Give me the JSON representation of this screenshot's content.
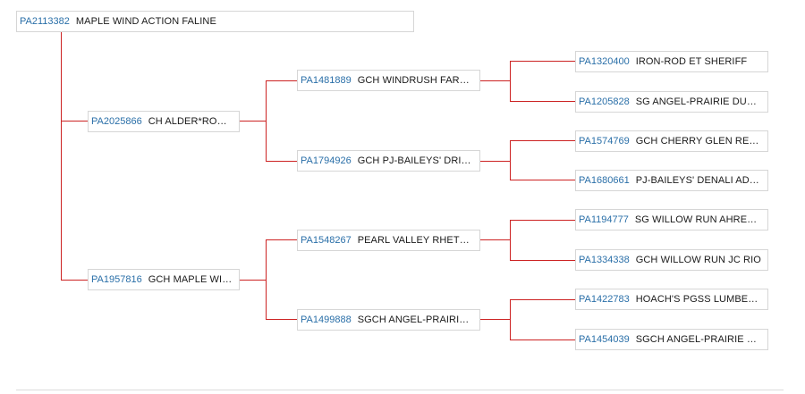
{
  "pedigree": {
    "subject": {
      "reg": "PA2113382",
      "name": "MAPLE WIND ACTION FALINE"
    },
    "sire": {
      "reg": "PA2025866",
      "name": "CH ALDER*ROSE..."
    },
    "dam": {
      "reg": "PA1957816",
      "name": "GCH MAPLE WIN..."
    },
    "sire_sire": {
      "reg": "PA1481889",
      "name": "GCH WINDRUSH FARM..."
    },
    "sire_dam": {
      "reg": "PA1794926",
      "name": "GCH PJ-BAILEYS' DRIVE..."
    },
    "dam_sire": {
      "reg": "PA1548267",
      "name": "PEARL VALLEY RHETT R..."
    },
    "dam_dam": {
      "reg": "PA1499888",
      "name": "SGCH ANGEL-PRAIRIE J..."
    },
    "g1": {
      "reg": "PA1320400",
      "name": "IRON-ROD ET SHERIFF"
    },
    "g2": {
      "reg": "PA1205828",
      "name": "SG ANGEL-PRAIRIE DUTC..."
    },
    "g3": {
      "reg": "PA1574769",
      "name": "GCH CHERRY GLEN REAL..."
    },
    "g4": {
      "reg": "PA1680661",
      "name": "PJ-BAILEYS' DENALI ADMI..."
    },
    "g5": {
      "reg": "PA1194777",
      "name": "SG WILLOW RUN AHREN ..."
    },
    "g6": {
      "reg": "PA1334338",
      "name": "GCH WILLOW RUN JC RIO"
    },
    "g7": {
      "reg": "PA1422783",
      "name": "HOACH'S PGSS LUMBERJ..."
    },
    "g8": {
      "reg": "PA1454039",
      "name": "SGCH ANGEL-PRAIRIE PH..."
    }
  }
}
